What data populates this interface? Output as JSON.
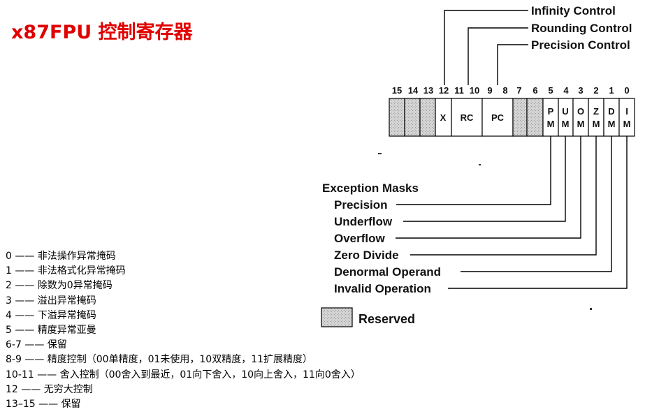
{
  "page": {
    "title": "x87FPU 控制寄存器",
    "title_color": "#e00000"
  },
  "control_labels": [
    "Infinity Control",
    "Rounding Control",
    "Precision Control"
  ],
  "bit_numbers": [
    "15",
    "14",
    "13",
    "12",
    "11",
    "10",
    "9",
    "8",
    "7",
    "6",
    "5",
    "4",
    "3",
    "2",
    "1",
    "0"
  ],
  "fields": {
    "x": "X",
    "rc": "RC",
    "pc": "PC",
    "pm": [
      "P",
      "M"
    ],
    "um": [
      "U",
      "M"
    ],
    "om": [
      "O",
      "M"
    ],
    "zm": [
      "Z",
      "M"
    ],
    "dm": [
      "D",
      "M"
    ],
    "im": [
      "I",
      "M"
    ]
  },
  "exception_masks": {
    "heading": "Exception Masks",
    "items": [
      "Precision",
      "Underflow",
      "Overflow",
      "Zero Divide",
      "Denormal Operand",
      "Invalid Operation"
    ]
  },
  "key": {
    "label": "Reserved",
    "reserved_color": "#d4d4d4"
  },
  "legend": [
    "0 —— 非法操作异常掩码",
    "1 —— 非法格式化异常掩码",
    "2 —— 除数为0异常掩码",
    "3 —— 溢出异常掩码",
    "4 —— 下溢异常掩码",
    "5 —— 精度异常亚曼",
    "6-7 —— 保留",
    "8-9 —— 精度控制（00单精度，01未使用，10双精度，11扩展精度）",
    "10-11 —— 舍入控制（00舍入到最近，01向下舍入，10向上舍入，11向0舍入）",
    "12 —— 无穷大控制",
    "13–15 —— 保留"
  ]
}
